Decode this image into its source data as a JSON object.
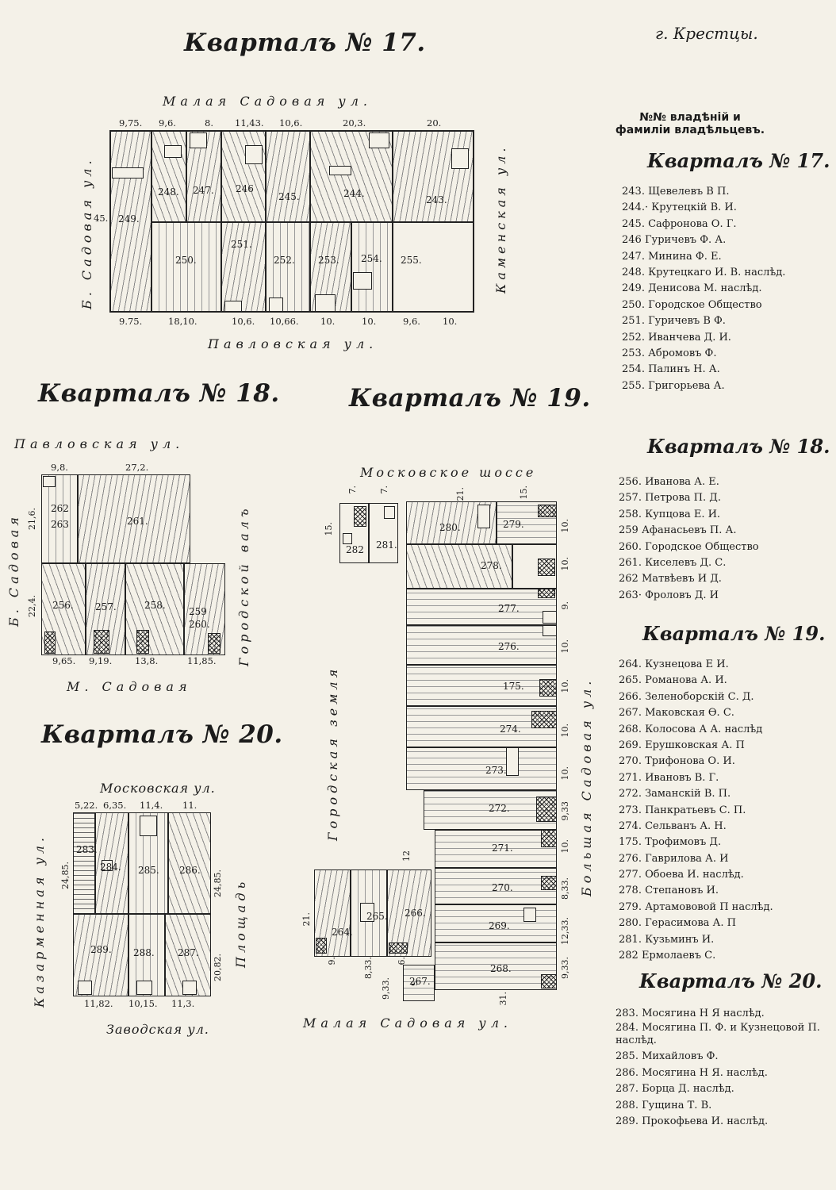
{
  "city": "г. Крестцы.",
  "owners_header": "№№ владѣній и фамиліи владѣльцевъ.",
  "q17": {
    "title": "Кварталъ № 17.",
    "right_title": "Кварталъ № 17.",
    "street_top": "Малая Садовая ул.",
    "street_bottom": "Павловская ул.",
    "street_left": "Б. Садовая ул.",
    "street_right": "Каменская ул.",
    "dims_top": [
      "9,75.",
      "9,6.",
      "8.",
      "11,43.",
      "10,6.",
      "20,3.",
      "20."
    ],
    "dims_bottom": [
      "9.75.",
      "18,10.",
      "10,6.",
      "10,66.",
      "10.",
      "10.",
      "9,6.",
      "10."
    ],
    "dim_left": "45.",
    "plots": [
      "248.",
      "247.",
      "246",
      "245.",
      "244.",
      "243.",
      "249.",
      "250.",
      "251.",
      "252.",
      "253.",
      "254.",
      "255."
    ],
    "owners": [
      "243. Щевелевъ В П.",
      "244.· Крутецкій В. И.",
      "245. Сафронова О. Г.",
      "246 Гуричевъ Ф. А.",
      "247. Минина Ф. Е.",
      "248. Крутецкаго И. В. наслѣд.",
      "249. Денисова М. наслѣд.",
      "250. Городское Общество",
      "251. Гуричевъ В Ф.",
      "252. Иванчева Д. И.",
      "253. Абромовъ Ф.",
      "254. Палинъ Н. А.",
      "255. Григорьева А."
    ]
  },
  "q18": {
    "title": "Кварталъ № 18.",
    "right_title": "Кварталъ № 18.",
    "street_top": "Павловская ул.",
    "street_bottom": "М. Садовая",
    "street_left": "Б. Садовая",
    "street_right": "Городской валъ",
    "dims_top": [
      "9,8.",
      "27,2."
    ],
    "dims_left": [
      "21,6.",
      "22,4."
    ],
    "dims_bottom": [
      "9,65.",
      "9,19.",
      "13,8.",
      "11,85."
    ],
    "plots": [
      "262",
      "263",
      "261.",
      "256.",
      "257.",
      "258.",
      "259",
      "260."
    ],
    "owners": [
      "256. Иванова А. Е.",
      "257. Петрова П. Д.",
      "258. Купцова Е. И.",
      "259 Афанасьевъ П. А.",
      "260. Городское Общество",
      "261. Киселевъ Д. С.",
      "262 Матвѣевъ И Д.",
      "263· Фроловъ Д. И"
    ]
  },
  "q19": {
    "title": "Кварталъ № 19.",
    "right_title": "Кварталъ № 19.",
    "street_top": "Московское шоссе",
    "street_bottom": "Малая Садовая ул.",
    "street_left": "Городская земля",
    "street_right": "Большая Садовая ул.",
    "dims": [
      "7.",
      "7.",
      "15.",
      "21.",
      "15.",
      "10.",
      "10.",
      "9.",
      "10.",
      "10.",
      "10.",
      "10.",
      "9,33",
      "10.",
      "8,33.",
      "12,33.",
      "9,33.",
      "31.",
      "12",
      "21.",
      "9.",
      "8,33.",
      "6.",
      "9,33.",
      "9"
    ],
    "plots": [
      "282",
      "281.",
      "280.",
      "279.",
      "278.",
      "277.",
      "276.",
      "175.",
      "274.",
      "273.",
      "272.",
      "271.",
      "270.",
      "269.",
      "268.",
      "264.",
      "265.",
      "266.",
      "267."
    ],
    "owners": [
      "264. Кузнецова Е И.",
      "265. Романова А. И.",
      "266. Зеленоборскій С. Д.",
      "267. Маковская Ѳ. С.",
      "268. Колосова А А. наслѣд",
      "269. Ерушковская А. П",
      "270. Трифонова О. И.",
      "271. Ивановъ В. Г.",
      "272. Заманскій В. П.",
      "273. Панкратьевъ С. П.",
      "274. Сельванъ А. Н.",
      "175. Трофимовъ Д.",
      "276. Гаврилова А. И",
      "277. Обоева И. наслѣд.",
      "278. Степановъ И.",
      "279. Артамововой П наслѣд.",
      "280. Герасимова А. П",
      "281. Кузьминъ И.",
      "282 Ермолаевъ С."
    ]
  },
  "q20": {
    "title": "Кварталъ № 20.",
    "right_title": "Кварталъ № 20.",
    "street_top": "Московская ул.",
    "street_bottom": "Заводская ул.",
    "street_left": "Казарменная ул.",
    "street_right": "Площадь",
    "dims_top": [
      "5,22.",
      "6,35.",
      "11,4.",
      "11."
    ],
    "dims_left": "24,85.",
    "dims_right": [
      "24,85.",
      "20,82."
    ],
    "dims_bottom": [
      "11,82.",
      "10,15.",
      "11,3."
    ],
    "plots": [
      "283.",
      "284.",
      "285.",
      "286.",
      "289.",
      "288.",
      "287."
    ],
    "owners": [
      "283. Мосягина Н Я наслѣд.",
      "284. Мосягина П. Ф. и Кузнецовой П. наслѣд.",
      "285. Михайловъ Ф.",
      "286. Мосягина Н Я. наслѣд.",
      "287. Борца Д. наслѣд.",
      "288. Гущина Т. В.",
      "289. Прокофьева И. наслѣд."
    ]
  }
}
